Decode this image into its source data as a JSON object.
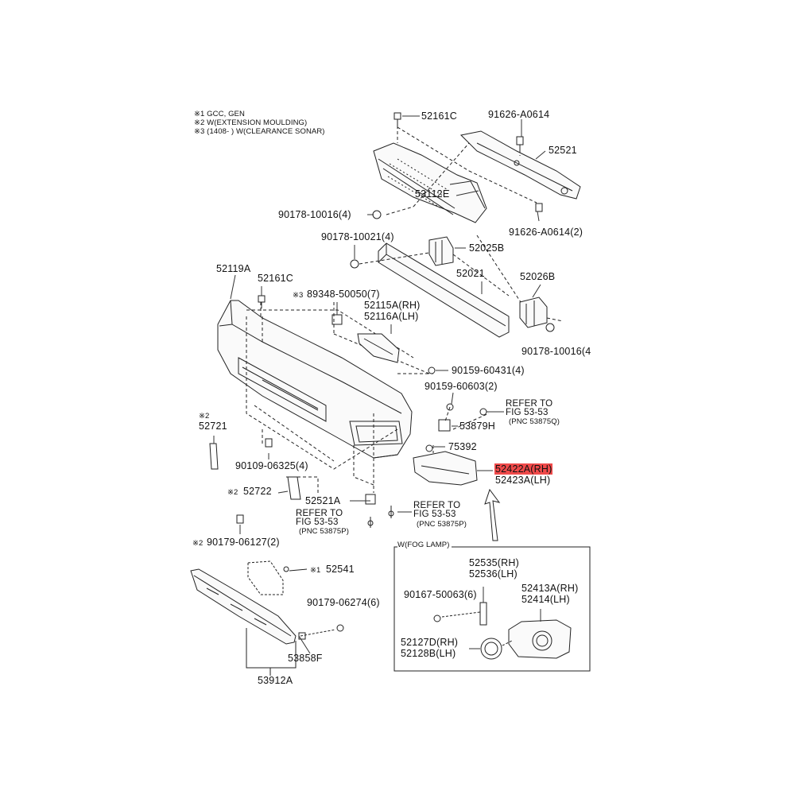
{
  "notes": [
    "※1 GCC, GEN",
    "※2 W(EXTENSION MOULDING)",
    "※3 (1408-       ) W(CLEARANCE SONAR)"
  ],
  "parts": {
    "p52161C_top": "52161C",
    "p91626_top": "91626-A0614",
    "p52521": "52521",
    "p53112E": "53112E",
    "p90178_10016_4": "90178-10016(4)",
    "p91626_bot": "91626-A0614(2)",
    "p90178_10021": "90178-10021(4)",
    "p52025B": "52025B",
    "p52119A": "52119A",
    "p52161C_mid": "52161C",
    "p89348_mark": "※3",
    "p89348": "89348-50050(7)",
    "p52021": "52021",
    "p52026B": "52026B",
    "p52115A": "52115A(RH)",
    "p52116A": "52116A(LH)",
    "p90178_10016_4b": "90178-10016(4",
    "p90159_60431": "90159-60431(4)",
    "p90159_60603": "90159-60603(2)",
    "p52721_mark": "※2",
    "p52721": "52721",
    "p53879H": "53879H",
    "p75392": "75392",
    "p52422A": "52422A(RH)",
    "p52423A": "52423A(LH)",
    "p90109": "90109-06325(4)",
    "p52722_mark": "※2",
    "p52722": "52722",
    "p52521A": "52521A",
    "p90179_06127_mark": "※2",
    "p90179_06127": "90179-06127(2)",
    "p52541_mark": "※1",
    "p52541": "52541",
    "p90179_06274": "90179-06274(6)",
    "p53858F": "53858F",
    "p53912A": "53912A"
  },
  "refs": {
    "r1_line1": "REFER TO",
    "r1_line2": "FIG 53-53",
    "r1_line3": "(PNC 53875Q)",
    "r2_line1": "REFER TO",
    "r2_line2": "FIG 53-53",
    "r2_line3": "(PNC 53875P)",
    "r3_line1": "REFER TO",
    "r3_line2": "FIG 53-53",
    "r3_line3": "(PNC 53875P)"
  },
  "fog_lamp": {
    "title": "W(FOG LAMP)",
    "p52535": "52535(RH)",
    "p52536": "52536(LH)",
    "p90167": "90167-50063(6)",
    "p52413A": "52413A(RH)",
    "p52414": "52414(LH)",
    "p52127D": "52127D(RH)",
    "p52128B": "52128B(LH)"
  },
  "colors": {
    "highlight": "#f04a4a",
    "ink": "#111111"
  }
}
